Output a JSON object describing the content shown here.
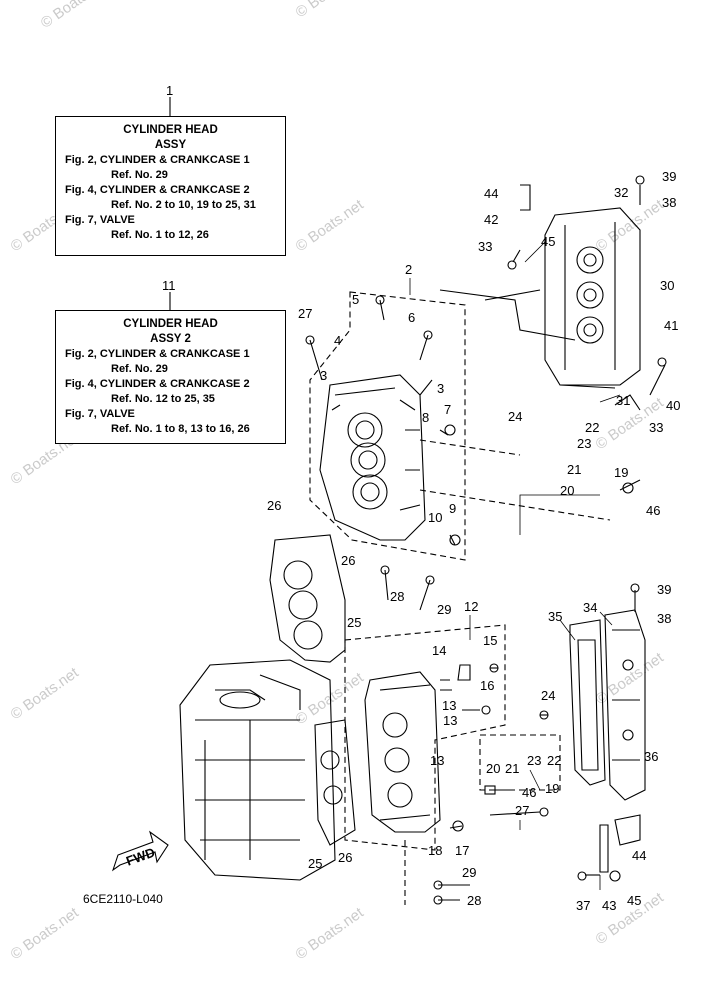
{
  "assy_boxes": [
    {
      "ref_number": "1",
      "title": "CYLINDER HEAD",
      "subtitle": "ASSY",
      "lines": [
        {
          "text": "Fig. 2, CYLINDER & CRANKCASE 1",
          "indent": false
        },
        {
          "text": "Ref. No. 29",
          "indent": true
        },
        {
          "text": "Fig. 4, CYLINDER & CRANKCASE 2",
          "indent": false
        },
        {
          "text": "Ref. No. 2 to 10, 19 to 25, 31",
          "indent": true
        },
        {
          "text": "Fig. 7, VALVE",
          "indent": false
        },
        {
          "text": "Ref. No. 1 to 12, 26",
          "indent": true
        }
      ]
    },
    {
      "ref_number": "11",
      "title": "CYLINDER HEAD",
      "subtitle": "ASSY 2",
      "lines": [
        {
          "text": "Fig. 2, CYLINDER & CRANKCASE 1",
          "indent": false
        },
        {
          "text": "Ref. No. 29",
          "indent": true
        },
        {
          "text": "Fig. 4, CYLINDER & CRANKCASE 2",
          "indent": false
        },
        {
          "text": "Ref. No. 12 to 25, 35",
          "indent": true
        },
        {
          "text": "Fig. 7, VALVE",
          "indent": false
        },
        {
          "text": "Ref. No. 1 to 8, 13 to 16, 26",
          "indent": true
        }
      ]
    }
  ],
  "callouts": [
    "1",
    "11",
    "2",
    "3",
    "3",
    "4",
    "5",
    "6",
    "7",
    "8",
    "9",
    "10",
    "12",
    "13",
    "13",
    "13",
    "14",
    "15",
    "16",
    "17",
    "18",
    "19",
    "19",
    "20",
    "20",
    "21",
    "21",
    "22",
    "22",
    "23",
    "23",
    "24",
    "24",
    "25",
    "25",
    "26",
    "26",
    "26",
    "27",
    "27",
    "28",
    "28",
    "29",
    "29",
    "30",
    "31",
    "32",
    "33",
    "33",
    "34",
    "35",
    "36",
    "37",
    "38",
    "38",
    "39",
    "39",
    "40",
    "41",
    "42",
    "43",
    "44",
    "44",
    "45",
    "45",
    "46",
    "46"
  ],
  "fwd_label": "FWD",
  "diagram_code": "6CE2110-L040",
  "watermark": "© Boats.net",
  "colors": {
    "line": "#000000",
    "watermark": "#b9b9b9",
    "background": "#ffffff"
  }
}
